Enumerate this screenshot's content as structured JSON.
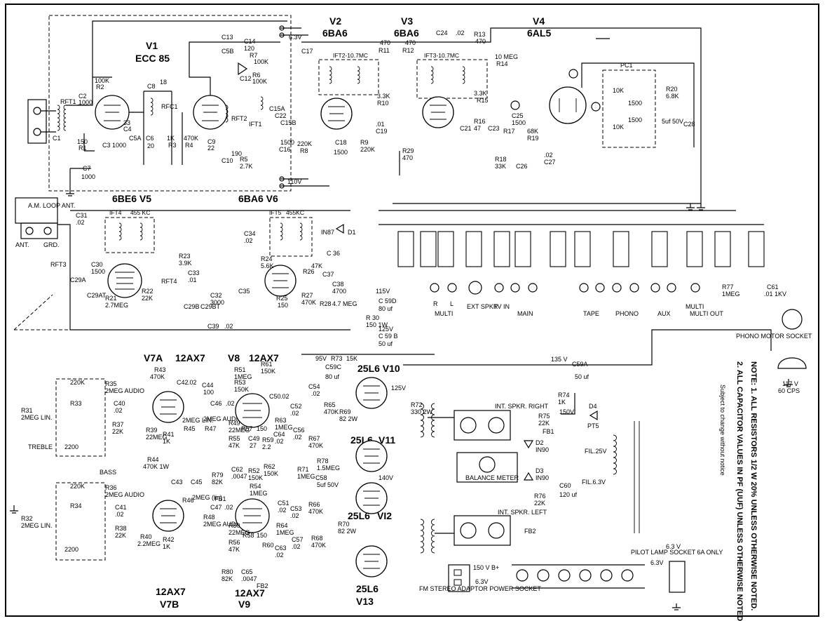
{
  "tubes": {
    "v1": {
      "id": "V1",
      "type": "ECC 85"
    },
    "v2": {
      "id": "V2",
      "type": "6BA6"
    },
    "v3": {
      "id": "V3",
      "type": "6BA6"
    },
    "v4": {
      "id": "V4",
      "type": "6AL5"
    },
    "v5": {
      "id": "6BE6 V5"
    },
    "v6": {
      "id": "6BA6 V6"
    },
    "v7a": {
      "id": "V7A",
      "type": "12AX7"
    },
    "v7b": {
      "id": "V7B",
      "type": "12AX7"
    },
    "v8": {
      "id": "V8",
      "type": "12AX7"
    },
    "v9": {
      "id": "V9",
      "type": "12AX7"
    },
    "v10": {
      "id": "25L6 V10"
    },
    "v11": {
      "id": "V11",
      "type": "25L6"
    },
    "v12": {
      "id": "VI2",
      "type": "25L6"
    },
    "v13": {
      "id": "V13",
      "type": "25L6"
    }
  },
  "voltages": {
    "v63_top": "6.3V",
    "v110_top": "110V",
    "v115": "115V",
    "v125": "125V",
    "v95": "95V",
    "v135": "135 V",
    "v140": "140V",
    "v150": "150V"
  },
  "components": {
    "rft1": "RFT1",
    "c1": "C1",
    "c2": "C2",
    "c2v": "1000",
    "r2": "100K",
    "r2b": "R2",
    "r1": "150",
    "r1b": "R1",
    "c3": "C3",
    "c3v": "1000",
    "c4": "C4",
    "c4v": "33",
    "c5a": "C5A",
    "c6": "C6",
    "c6v": "20",
    "c8": "C8",
    "c8v": "18",
    "rfc1": "RFC1",
    "r3": "1K",
    "r3b": "R3",
    "r4": "470K",
    "r4b": "R4",
    "rft2": "RFT2",
    "c9": "C9",
    "c9v": "22",
    "c10": "C10",
    "c10v": "190",
    "r5": "R5",
    "r5v": "2.7K",
    "c7": "C7",
    "c7v": "1000",
    "c13": "C13",
    "c5b": "C5B",
    "c14": "C14",
    "c14v": "120",
    "r7": "R7",
    "r7v": "100K",
    "r6": "R6",
    "r6v": "100K",
    "c12": "C12",
    "ift1": "IFT1",
    "c15a": "C15A",
    "c15b": "C15B",
    "c16": "C16",
    "c16v": "1500",
    "r8": "R8",
    "r8v": "220K",
    "c22": "C22",
    "c17": "C17",
    "ift2": "IFT2-10.7MC",
    "r10": "R10",
    "r10v": "3.3K",
    "c19": "C19",
    "c19v": ".01",
    "c18": "C18",
    "c18v": "1500",
    "r9": "R9",
    "r9v": "220K",
    "r11": "R11",
    "r11v": "470",
    "r12": "R12",
    "r12v": "470",
    "c24": "C24",
    "c24v": ".02",
    "ift3": "IFT3-10.7MC",
    "r13": "R13",
    "r13v": "470",
    "r14": "R14",
    "r14v": "10 MEG",
    "r15": "R15",
    "r15v": "3.3K",
    "c21": "C21",
    "r16": "R16",
    "r16v": "47",
    "c23": "C23",
    "c25": "C25",
    "c25v": "1500",
    "r17": "R17",
    "r19": "R19",
    "r19v": "68K",
    "r18": "R18",
    "r18v": "33K",
    "c26": "C26",
    "c27": "C27",
    "c27v": ".02",
    "r29": "R29",
    "r29v": "470",
    "pc1": "PC1",
    "r20": "R20",
    "r20v": "6.8K",
    "c28": "C28",
    "c28v": "5uf 50V",
    "r10k": "10K",
    "c1500": "1500",
    "am_loop": "A.M. LOOP ANT.",
    "ant": "ANT.",
    "grd": "GRD.",
    "c31": "C31",
    "c31v": ".02",
    "ift4": "IFT4",
    "ift4v": "455 KC",
    "ift5": "IFT5",
    "ift5v": "455KC",
    "c34": "C34",
    "c34v": ".02",
    "in87": "IN87",
    "d1": "D1",
    "c36": "C 36",
    "c37": "C37",
    "c38": "C38",
    "c38v": "4700",
    "rft3": "RFT3",
    "c29a": "C29A",
    "c29at": "C29AT",
    "c30": "C30",
    "c30v": "1500",
    "r23": "R23",
    "r23v": "3.9K",
    "c33": "C33",
    "c33v": ".01",
    "rft4": "RFT4",
    "r22": "R22",
    "r22v": "22K",
    "c32": "C32",
    "c32v": "3000",
    "c29b": "C29B",
    "c29bt": "C29BT",
    "r21": "R21",
    "r21v": "2.7MEG",
    "r24": "R24",
    "r24v": "5.6K",
    "c35": "C35",
    "r25": "R25",
    "r25v": "150",
    "r26": "R26",
    "r26v": "47K",
    "r27": "R27",
    "r27v": "470K",
    "r28": "R28",
    "r28v": "4.7 MEG",
    "c39": "C39",
    "c39v": ".02",
    "c59d": "C 59D",
    "c59dv": "80 uf",
    "r30": "R 30",
    "r30v": "150 1W",
    "c59b": "C 59 B",
    "c59bv": "50 uf",
    "r77": "R77",
    "r77v": "1MEG",
    "c61": "C61",
    "c61v": ".01 1KV",
    "phono_motor": "PHONO MOTOR SOCKET",
    "mains": "117 V",
    "mains_hz": "60 CPS",
    "r43": "R43",
    "r43v": "470K",
    "c42": "C42",
    "c42v": ".02",
    "c44": "C44",
    "c44v": "100",
    "r33": "R33",
    "r33v": "220K",
    "r35": "R35",
    "r35v": "2MEG AUDIO",
    "c40": "C40",
    "c40v": ".02",
    "r31": "R31",
    "r31v": "2MEG LIN.",
    "r37": "R37",
    "r37v": "22K",
    "c2200": "2200",
    "r39": "R39",
    "r39v": "22MEG",
    "r41": "R41",
    "r41v": "1K",
    "r45": "R45",
    "r45v": "2MEG LIN.",
    "r47": "R47",
    "r47v": "2MEG AUDIO",
    "r44": "R44",
    "r44v": "470K 1W",
    "treble": "TREBLE",
    "bass": "BASS",
    "r51": "R51",
    "r51v": "1MEG",
    "r61": "R61",
    "r61v": "150K",
    "r53": "R53",
    "r53v": "150K",
    "c46": "C46",
    "c46v": ".02",
    "c50": "C50",
    "c50v": ".02",
    "c52": "C52",
    "c52v": ".02",
    "r49": "R49",
    "r49v": "22MEG",
    "r55": "R55",
    "r55v": "47K",
    "c49": "C49",
    "c49v": "27",
    "r57": "R57",
    "r57v": "150",
    "r59": "R59",
    "r59v": "2.2",
    "c64": "C64",
    "c64v": ".02",
    "r63": "R63",
    "r63v": "1MEG",
    "c54": "C54",
    "c54v": ".02",
    "r65": "R65",
    "r65v": "470K",
    "r69": "R69",
    "r69v": "82 2W",
    "r67": "R67",
    "r67v": "470K",
    "c56": "C56",
    "c56v": ".02",
    "r73": "R73",
    "r73v": "15K",
    "c59c": "C59C",
    "c59cv": "80 uf",
    "c59a": "C59A",
    "c59av": "50 uf",
    "r72": "R72",
    "r72v": "330 2W",
    "r74": "R74",
    "r74v": "1K",
    "r75": "R75",
    "r75v": "22K",
    "d2": "D2",
    "d2v": "IN90",
    "d3": "D3",
    "d3v": "IN90",
    "d4": "D4",
    "d4v": "PT5",
    "fb1": "FB1",
    "fb2": "FB2",
    "fil25": "FIL.25V",
    "fil63": "FIL.6.3V",
    "balance": "BALANCE METER",
    "int_right": "INT. SPKR. RIGHT",
    "int_left": "INT. SPKR. LEFT",
    "c60": "C60",
    "c60v": "120 uf",
    "r76": "R76",
    "r76v": "22K",
    "r71": "R71",
    "r71v": "1MEG",
    "r78": "R78",
    "r78v": "1.5MEG",
    "c58": "C58",
    "c58v": "5uf 50V",
    "r66": "R66",
    "r66v": "470K",
    "r70": "R70",
    "r70v": "82 2W",
    "r68": "R68",
    "r68v": "470K",
    "c53": "C53",
    "c53v": ".02",
    "c57": "C57",
    "c57v": ".02",
    "r34": "R34",
    "r34v": "220K",
    "r36": "R36",
    "r36v": "2MEG AUDIO",
    "c41": "C41",
    "c41v": ".02",
    "r32": "R32",
    "r32v": "2MEG LIN.",
    "r38": "R38",
    "r38v": "22K",
    "r40": "R40",
    "r40v": "2.2MEG",
    "r42": "R42",
    "r42v": "1K",
    "c43": "C43",
    "c45": "C45",
    "r46": "R46",
    "r46v": "2MEG (lin)",
    "r48": "R48",
    "r48v": "2MEG AUDIO",
    "r79": "R79",
    "r79v": "82K",
    "c62": "C62",
    "c62v": ".0047",
    "r52": "R52",
    "r52v": "150K",
    "r54": "R54",
    "r54v": "1MEG",
    "r62": "R62",
    "r62v": "150K",
    "c47": "C47",
    "c47v": ".02",
    "c51": "C51",
    "c51v": ".02",
    "r50": "R50",
    "r50v": "22MEG",
    "r56": "R56",
    "r56v": "47K",
    "r58": "R58",
    "r58v": "150",
    "r60": "R60",
    "r64": "R64",
    "r64v": "1MEG",
    "c63": "C63",
    "c63v": ".02",
    "r80": "R80",
    "r80v": "82K",
    "c65": "C65",
    "c65v": ".0047"
  },
  "io": {
    "multi": "MULTI",
    "ext_spkr": "EXT SPKR",
    "tv_in": "TV IN",
    "main": "MAIN",
    "tape": "TAPE",
    "phono": "PHONO",
    "aux": "AUX",
    "multi_out": "MULTI OUT",
    "r": "R",
    "l": "L"
  },
  "sockets": {
    "fm_stereo": "FM STEREO ADAPTOR POWER SOCKET",
    "b_plus": "150 V B+",
    "v63": "6.3V",
    "pilot": "PILOT LAMP SOCKET 6A ONLY",
    "pilot_v": "6.3 V"
  },
  "notes": {
    "n1": "NOTE: 1. ALL RESISTORS 1/2 W 20% UNLESS OTHERWISE NOTED.",
    "n2": "2. ALL CAPACITOR VALUES IN PF (UUF) UNLESS OTHERWISE NOTED.",
    "n3": "Subject to change without notice"
  }
}
